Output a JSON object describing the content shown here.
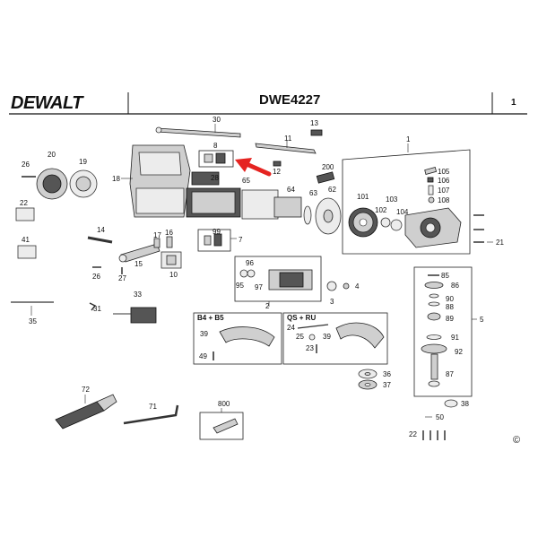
{
  "header": {
    "brand": "DEWALT",
    "model": "DWE4227",
    "page": "1"
  },
  "colors": {
    "arrow": "#e52421",
    "ink": "#111111",
    "part_fill": "#cfcfcf"
  },
  "boxes": {
    "guard_left": "B4 + B5",
    "guard_right": "QS + RU"
  },
  "copyright": "©",
  "parts": {
    "p30": "30",
    "p13": "13",
    "p8": "8",
    "p11": "11",
    "p12": "12",
    "p200": "200",
    "p1": "1",
    "p20": "20",
    "p19": "19",
    "p26a": "26",
    "p18": "18",
    "p28": "28",
    "p65": "65",
    "p64": "64",
    "p63": "63",
    "p62": "62",
    "p105": "105",
    "p106": "106",
    "p107": "107",
    "p108": "108",
    "p101": "101",
    "p102": "102",
    "p103": "103",
    "p104": "104",
    "p22": "22",
    "p41": "41",
    "p14": "14",
    "p17": "17",
    "p16": "16",
    "p99": "99",
    "p7": "7",
    "p21": "21",
    "p15": "15",
    "p10": "10",
    "p26b": "26",
    "p27": "27",
    "p96": "96",
    "p95": "95",
    "p97": "97",
    "p3": "3",
    "p4": "4",
    "p2": "2",
    "p85": "85",
    "p86": "86",
    "p90": "90",
    "p88": "88",
    "p89": "89",
    "p5": "5",
    "p35": "35",
    "p31": "31",
    "p33": "33",
    "p24": "24",
    "p25": "25",
    "p39a": "39",
    "p39b": "39",
    "p23": "23",
    "p49": "49",
    "p91": "91",
    "p92": "92",
    "p36": "36",
    "p37": "37",
    "p87": "87",
    "p38": "38",
    "p72": "72",
    "p71": "71",
    "p800": "800",
    "p50": "50",
    "p22b": "22"
  }
}
